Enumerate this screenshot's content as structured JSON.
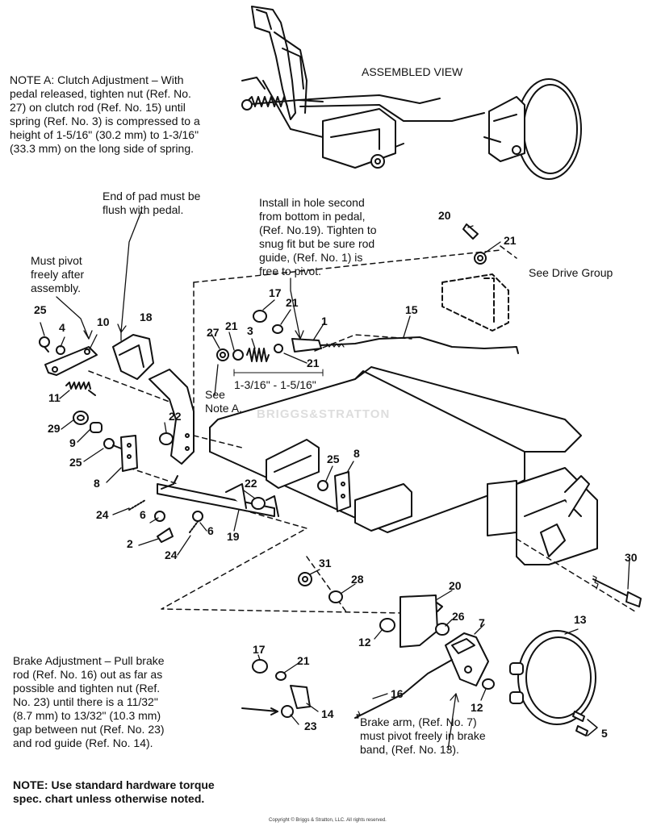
{
  "view_title": "ASSEMBLED VIEW",
  "notes": {
    "note_a": [
      "NOTE A: Clutch Adjustment – With",
      "pedal released, tighten nut (Ref. No.",
      "27) on clutch rod (Ref. No. 15) until",
      "spring (Ref. No. 3) is compressed to a",
      "height of 1-5/16\" (30.2 mm) to 1-3/16\"",
      "(33.3 mm) on the long side of spring."
    ],
    "pad": [
      "End of pad must be",
      "flush with pedal."
    ],
    "install": [
      "Install in hole second",
      "from bottom in pedal,",
      "(Ref. No.19). Tighten to",
      "snug fit but be sure rod",
      "guide, (Ref. No. 1) is",
      "free to pivot."
    ],
    "pivot": [
      "Must pivot",
      "freely after",
      "assembly."
    ],
    "drive_group": "See Drive Group",
    "see_note_a": [
      "See",
      "Note A."
    ],
    "brake_adjust": [
      "Brake Adjustment – Pull brake",
      "rod (Ref. No. 16) out as far as",
      "possible and tighten nut (Ref.",
      "No. 23) until there is a 11/32\"",
      "(8.7 mm) to 13/32\" (10.3 mm)",
      "gap between nut (Ref. No. 23)",
      "and rod guide (Ref. No. 14)."
    ],
    "brake_arm": [
      "Brake arm, (Ref. No. 7)",
      "must pivot freely in brake",
      "band, (Ref. No. 13)."
    ],
    "footer": [
      "NOTE: Use standard hardware torque",
      "spec. chart unless otherwise noted."
    ]
  },
  "dimension_label": "1-3/16\" - 1-5/16\"",
  "watermark": "BRIGGS&STRATTON",
  "copyright": "Copyright © Briggs & Stratton, LLC. All rights reserved.",
  "callouts": {
    "c25a": "25",
    "c4": "4",
    "c10": "10",
    "c18": "18",
    "c17a": "17",
    "c21a": "21",
    "c27": "27",
    "c21b": "21",
    "c3": "3",
    "c1": "1",
    "c21c": "21",
    "c15": "15",
    "c20a": "20",
    "c21d": "21",
    "c11": "11",
    "c29": "29",
    "c9": "9",
    "c22a": "22",
    "c25b": "25",
    "c8a": "8",
    "c24a": "24",
    "c6a": "6",
    "c22b": "22",
    "c2": "2",
    "c6b": "6",
    "c24b": "24",
    "c19": "19",
    "c8b": "8",
    "c25c": "25",
    "c30": "30",
    "c31": "31",
    "c28": "28",
    "c20b": "20",
    "c26": "26",
    "c7": "7",
    "c13": "13",
    "c12a": "12",
    "c12b": "12",
    "c17b": "17",
    "c21e": "21",
    "c16": "16",
    "c14": "14",
    "c23": "23",
    "c5": "5"
  }
}
